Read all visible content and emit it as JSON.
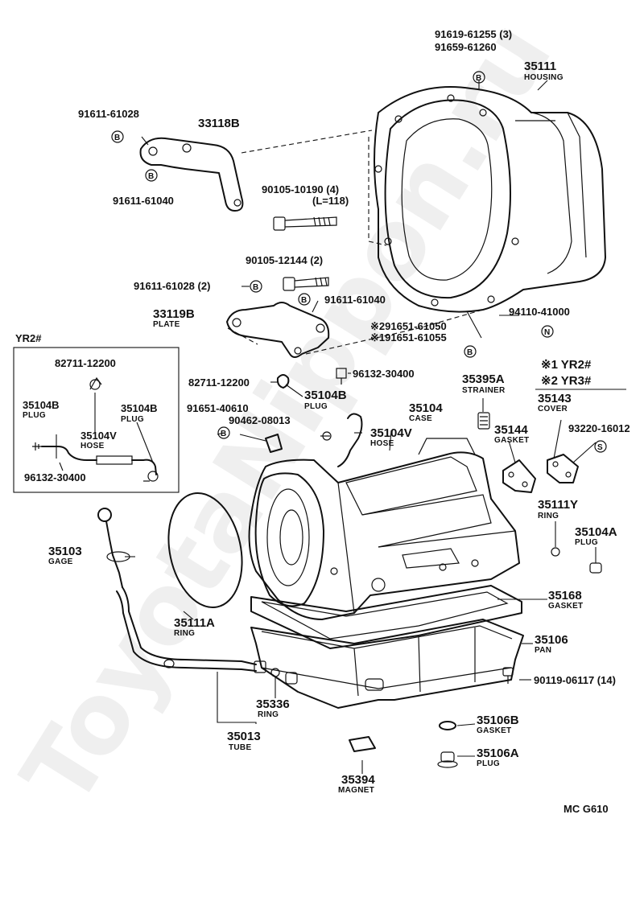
{
  "watermark": "ToyotaNippon.ru",
  "diagram_code": "MC G610",
  "legend": {
    "line1": "※1 YR2#",
    "line2": "※2 YR3#"
  },
  "inset": {
    "title": "YR2#"
  },
  "fastener_symbols": {
    "bolt": "B",
    "nut": "N",
    "screw": "S"
  },
  "labels": {
    "p91619": "91619-61255 (3)",
    "p91659": "91659-61260",
    "p35111": "35111",
    "p35111_sub": "HOUSING",
    "p91611_61028a": "91611-61028",
    "p33118B": "33118B",
    "p91611_61040a": "91611-61040",
    "p90105_10190": "90105-10190 (4)",
    "p90105_10190_sub": "(L=118)",
    "p90105_12144": "90105-12144 (2)",
    "p91611_61028b": "91611-61028 (2)",
    "p91611_61040b": "91611-61040",
    "p33119B": "33119B",
    "p33119B_sub": "PLATE",
    "p94110": "94110-41000",
    "p291651": "※291651-61050",
    "p191651": "※191651-61055",
    "p82711_a": "82711-12200",
    "p35104B_a": "35104B",
    "p35104B_a_sub": "PLUG",
    "p35104B_b": "35104B",
    "p35104B_b_sub": "PLUG",
    "p35104V_a": "35104V",
    "p35104V_a_sub": "HOSE",
    "p96132_a": "96132-30400",
    "p82711_b": "82711-12200",
    "p96132_b": "96132-30400",
    "p35104B_c": "35104B",
    "p35104B_c_sub": "PLUG",
    "p91651_40610": "91651-40610",
    "p90462": "90462-08013",
    "p35104": "35104",
    "p35104_sub": "CASE",
    "p35104V_b": "35104V",
    "p35104V_b_sub": "HOSE",
    "p35395A": "35395A",
    "p35395A_sub": "STRAINER",
    "p35143": "35143",
    "p35143_sub": "COVER",
    "p35144": "35144",
    "p35144_sub": "GASKET",
    "p93220": "93220-16012",
    "p35111Y": "35111Y",
    "p35111Y_sub": "RING",
    "p35104A": "35104A",
    "p35104A_sub": "PLUG",
    "p35103": "35103",
    "p35103_sub": "GAGE",
    "p35111A": "35111A",
    "p35111A_sub": "RING",
    "p35168": "35168",
    "p35168_sub": "GASKET",
    "p35106": "35106",
    "p35106_sub": "PAN",
    "p90119": "90119-06117 (14)",
    "p35336": "35336",
    "p35336_sub": "RING",
    "p35013": "35013",
    "p35013_sub": "TUBE",
    "p35106B": "35106B",
    "p35106B_sub": "GASKET",
    "p35106A": "35106A",
    "p35106A_sub": "PLUG",
    "p35394": "35394",
    "p35394_sub": "MAGNET"
  }
}
